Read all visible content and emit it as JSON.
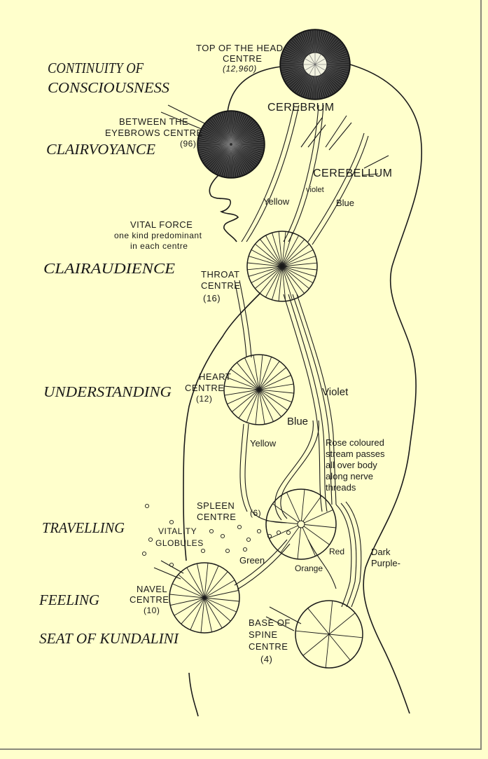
{
  "colors": {
    "background": "#ffffcc",
    "ink": "#1a1a1a",
    "frame": "#8a8a7a"
  },
  "faculties": {
    "continuity_line1": "CONTINUITY OF",
    "continuity_line2": "CONSCIOUSNESS",
    "clairvoyance": "CLAIRVOYANCE",
    "clairaudience": "CLAIRAUDIENCE",
    "understanding": "UNDERSTANDING",
    "travelling": "TRAVELLING",
    "feeling": "FEELING",
    "seat_of_kundalini": "SEAT OF KUNDALINI"
  },
  "centres": {
    "top_head": {
      "line1": "TOP OF THE HEAD",
      "line2": "CENTRE",
      "petals": "(12,960)"
    },
    "between_eyebrows": {
      "line1": "BETWEEN THE",
      "line2": "EYEBROWS CENTRE",
      "petals": "(96)"
    },
    "throat": {
      "line1": "THROAT",
      "line2": "CENTRE",
      "petals": "(16)"
    },
    "heart": {
      "line1": "HEART",
      "line2": "CENTRE",
      "petals": "(12)"
    },
    "spleen": {
      "line1": "SPLEEN",
      "line2": "CENTRE",
      "petals": "(6)"
    },
    "navel": {
      "line1": "NAVEL",
      "line2": "CENTRE",
      "petals": "(10)"
    },
    "base_of_spine": {
      "line1": "BASE OF",
      "line2": "SPINE",
      "line3": "CENTRE",
      "petals": "(4)"
    }
  },
  "anatomy": {
    "cerebrum": "CEREBRUM",
    "cerebellum": "CEREBELLUM"
  },
  "vital_force": {
    "line1": "VITAL FORCE",
    "line2": "one kind predominant",
    "line3": "in each centre"
  },
  "vitality_globules": {
    "line1": "VITALITY",
    "line2": "GLOBULES"
  },
  "streams": {
    "yellow_upper": "Yellow",
    "violet_upper": "violet",
    "blue_upper": "Blue",
    "violet_lower": "Violet",
    "blue_lower": "Blue",
    "yellow_lower": "Yellow",
    "rose_line1": "Rose coloured",
    "rose_line2": "stream passes",
    "rose_line3": "all over body",
    "rose_line4": "along nerve",
    "rose_line5": "threads",
    "green": "Green",
    "red": "Red",
    "orange": "Orange",
    "dark_purple_line1": "Dark",
    "dark_purple_line2": "Purple-"
  }
}
